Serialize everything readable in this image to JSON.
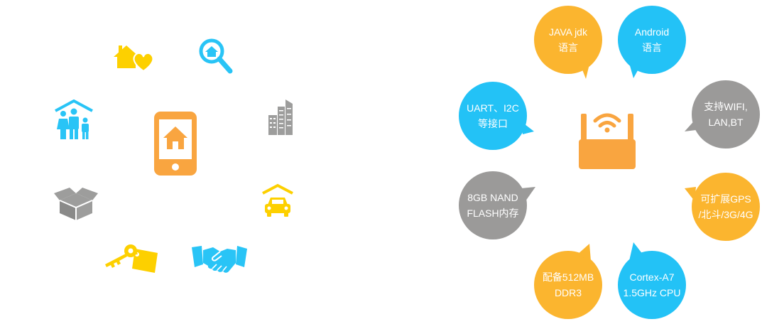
{
  "colors": {
    "yellow": "#FDD000",
    "blue": "#29C4F6",
    "orange": "#F9A540",
    "gray": "#9D9D9C",
    "bubble_orange": "#FBB52F",
    "bubble_blue": "#23C2F6",
    "bubble_gray": "#9B9A99"
  },
  "left_icons": [
    {
      "name": "house-heart-icon",
      "color": "yellow"
    },
    {
      "name": "search-house-icon",
      "color": "blue"
    },
    {
      "name": "family-house-icon",
      "color": "blue"
    },
    {
      "name": "phone-house-icon",
      "color": "orange"
    },
    {
      "name": "building-icon",
      "color": "gray"
    },
    {
      "name": "box-icon",
      "color": "gray"
    },
    {
      "name": "garage-car-icon",
      "color": "yellow"
    },
    {
      "name": "key-tag-icon",
      "color": "yellow"
    },
    {
      "name": "handshake-icon",
      "color": "blue"
    }
  ],
  "router_icon": {
    "name": "wifi-router-icon",
    "color": "orange"
  },
  "bubbles": {
    "java": {
      "line1": "JAVA jdk",
      "line2": "语言",
      "color": "bubble_orange"
    },
    "android": {
      "line1": "Android",
      "line2": "语言",
      "color": "bubble_blue"
    },
    "uart": {
      "line1": "UART、I2C",
      "line2": "等接口",
      "color": "bubble_blue"
    },
    "wifi": {
      "line1": "支持WIFI,",
      "line2": "LAN,BT",
      "color": "bubble_gray"
    },
    "nand": {
      "line1": "8GB NAND",
      "line2": "FLASH内存",
      "color": "bubble_gray"
    },
    "gps": {
      "line1": "可扩展GPS",
      "line2": "/北斗/3G/4G",
      "color": "bubble_orange"
    },
    "ddr": {
      "line1": "配备512MB",
      "line2": "DDR3",
      "color": "bubble_orange"
    },
    "cpu": {
      "line1": "Cortex-A7",
      "line2": "1.5GHz CPU",
      "color": "bubble_blue"
    }
  }
}
